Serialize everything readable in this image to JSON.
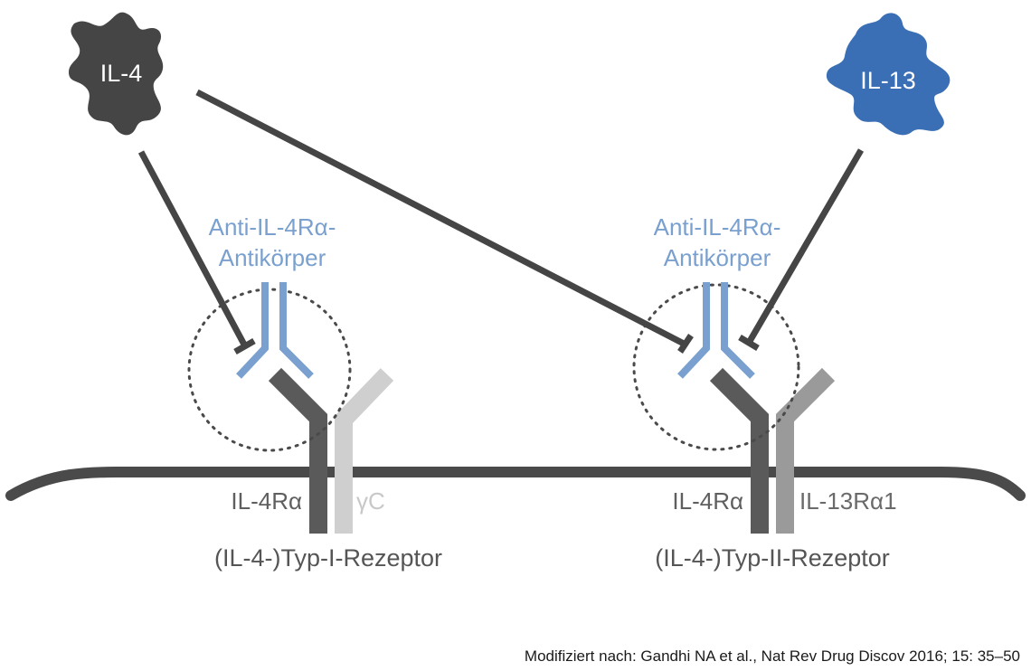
{
  "cytokines": {
    "il4": {
      "label": "IL-4",
      "color": "#454545"
    },
    "il13": {
      "label": "IL-13",
      "color": "#3a6fb5"
    }
  },
  "antibody": {
    "line1": "Anti-IL-4Rα-",
    "line2": "Antikörper",
    "color": "#7aa0cf"
  },
  "receptors": {
    "type1": {
      "title": "(IL-4-)Typ-I-Rezeptor",
      "chain_a": "IL-4Rα",
      "chain_b": "γC"
    },
    "type2": {
      "title": "(IL-4-)Typ-II-Rezeptor",
      "chain_a": "IL-4Rα",
      "chain_b": "IL-13Rα1"
    }
  },
  "colors": {
    "membrane": "#4a4a4a",
    "il4r_chain": "#5a5a5a",
    "gamma_c_chain": "#cfcfcf",
    "il13r_chain": "#9a9a9a",
    "inhibition_line": "#454545"
  },
  "citation": "Modifiziert nach: Gandhi NA et al., Nat Rev Drug Discov 2016; 15: 35–50"
}
